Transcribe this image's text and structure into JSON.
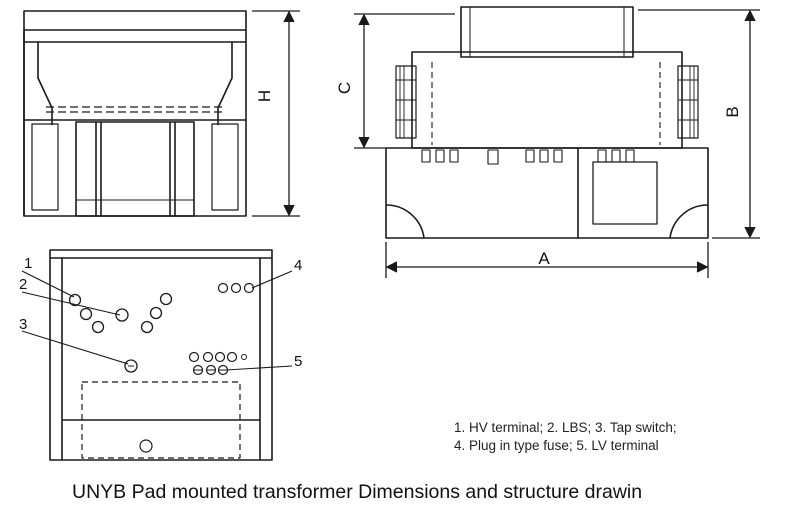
{
  "dimension_labels": {
    "height": "H",
    "depth": "C",
    "total_height": "B",
    "width": "A"
  },
  "callouts": [
    "1",
    "2",
    "3",
    "4",
    "5"
  ],
  "legend": {
    "line1": "1. HV terminal; 2. LBS; 3. Tap switch;",
    "line2": "4. Plug in type fuse; 5. LV terminal"
  },
  "caption": "UNYB Pad mounted transformer Dimensions and structure drawin"
}
